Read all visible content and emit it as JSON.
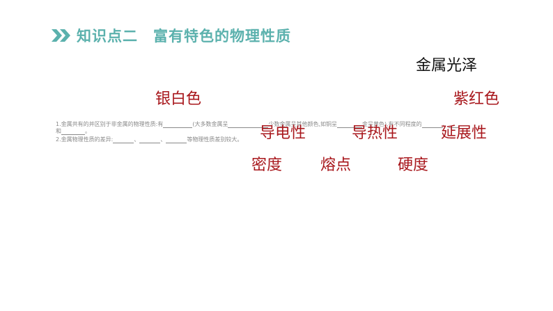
{
  "header": {
    "icon": "double-chevron-icon",
    "title": "知识点二　富有特色的物理性质",
    "color": "#5bb1ad"
  },
  "question": {
    "line1": {
      "p1": "1.金属共有的并区别于非金属的物理性质:有",
      "p2": "(大多数金属呈",
      "p3": "少数金属呈其他颜色,如铜呈",
      "p4": "金呈黄色),有不同程度的",
      "p5": "、",
      "p6": "、"
    },
    "line2": {
      "p1": "和",
      "p2": "。"
    },
    "line3": {
      "p1": "2.金属物理性质的差异:",
      "p2": "、",
      "p3": "、",
      "p4": "等物理性质差别较大。"
    }
  },
  "answers": {
    "luster": "金属光泽",
    "silver_white": "银白色",
    "purple_red": "紫红色",
    "conductivity": "导电性",
    "thermal": "导热性",
    "ductility": "延展性",
    "density": "密度",
    "melting_point": "熔点",
    "hardness": "硬度",
    "color_luster": "#111111",
    "color_answers": "#a8171c"
  }
}
